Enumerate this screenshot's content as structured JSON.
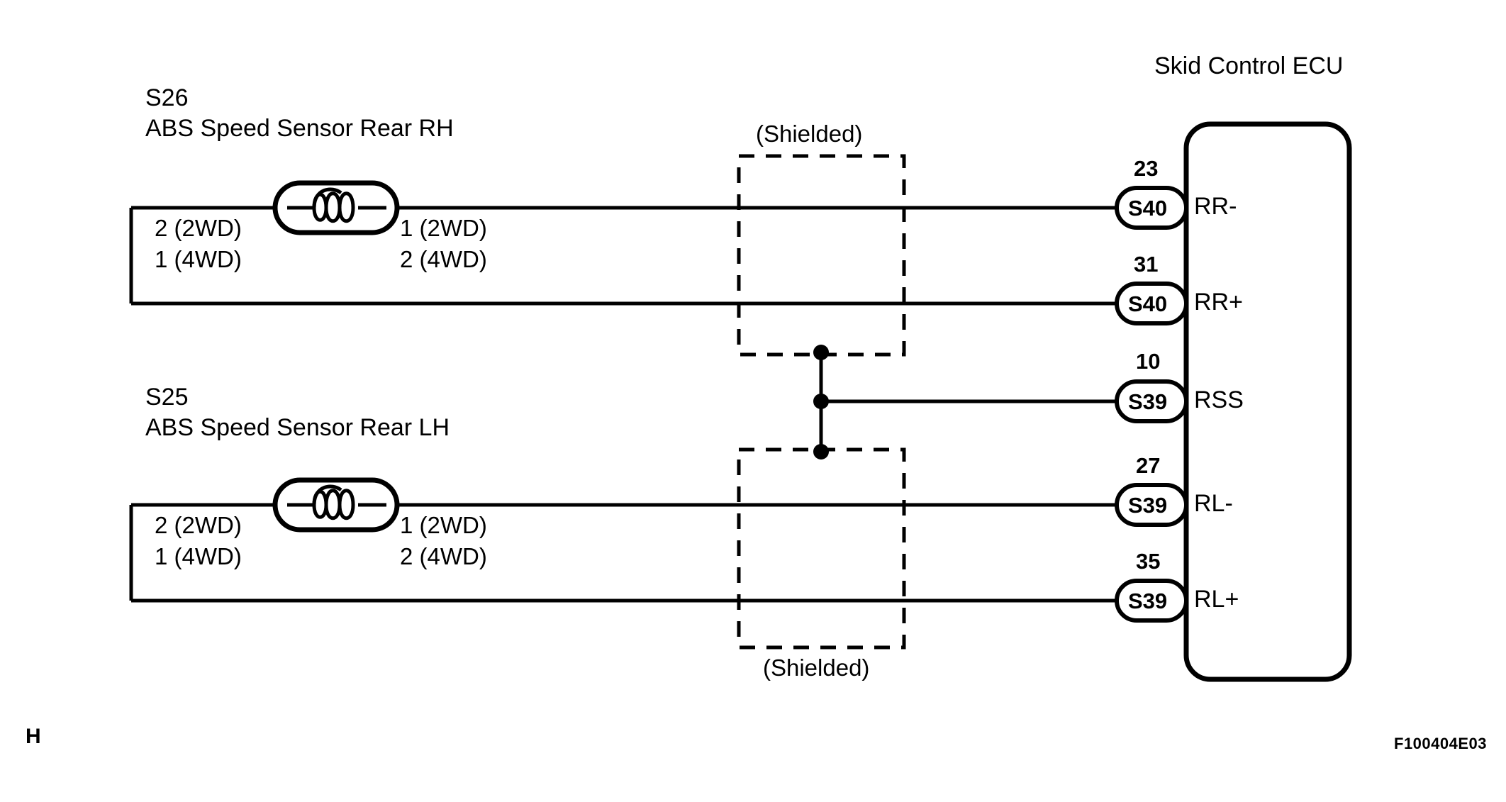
{
  "figure": {
    "ecu_title": "Skid Control ECU",
    "corner_mark": "H",
    "figure_code": "F100404E03",
    "shield_label_top": "(Shielded)",
    "shield_label_bottom": "(Shielded)",
    "line_color": "#000000",
    "background_color": "#ffffff"
  },
  "sensors": [
    {
      "id": "S26",
      "name": "ABS Speed Sensor Rear RH",
      "left_pin_upper": "2 (2WD)",
      "left_pin_lower": "1 (4WD)",
      "right_pin_upper": "1 (2WD)",
      "right_pin_lower": "2 (4WD)",
      "symbol": "inductive-coil-sensor"
    },
    {
      "id": "S25",
      "name": "ABS Speed Sensor Rear LH",
      "left_pin_upper": "2 (2WD)",
      "left_pin_lower": "1 (4WD)",
      "right_pin_upper": "1 (2WD)",
      "right_pin_lower": "2 (4WD)",
      "symbol": "inductive-coil-sensor"
    }
  ],
  "ecu_pins": [
    {
      "pin_number": "23",
      "connector": "S40",
      "signal": "RR-"
    },
    {
      "pin_number": "31",
      "connector": "S40",
      "signal": "RR+"
    },
    {
      "pin_number": "10",
      "connector": "S39",
      "signal": "RSS"
    },
    {
      "pin_number": "27",
      "connector": "S39",
      "signal": "RL-"
    },
    {
      "pin_number": "35",
      "connector": "S39",
      "signal": "RL+"
    }
  ]
}
